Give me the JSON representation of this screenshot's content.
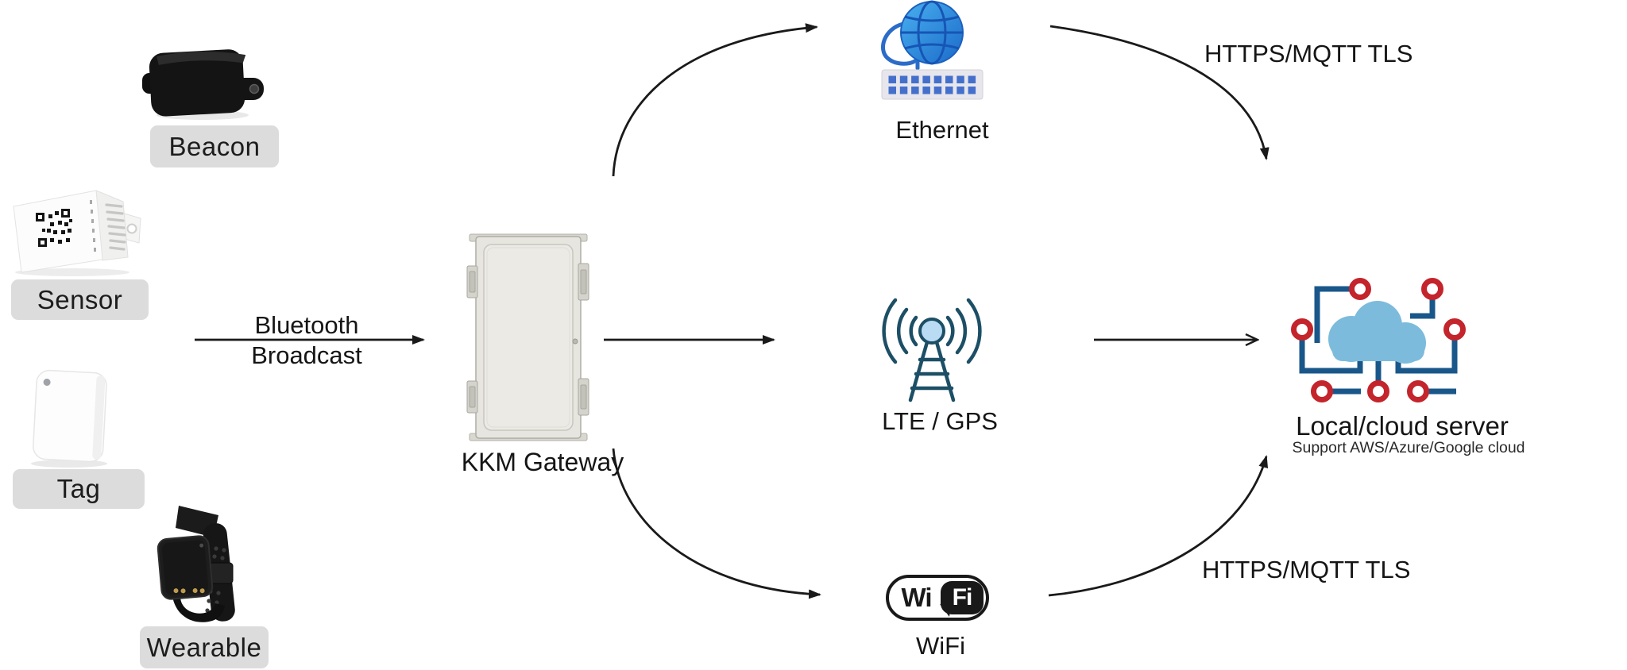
{
  "devices": {
    "beacon": "Beacon",
    "sensor": "Sensor",
    "tag": "Tag",
    "wearable": "Wearable"
  },
  "bluetooth": {
    "line1": "Bluetooth",
    "line2": "Broadcast"
  },
  "gateway": "KKM Gateway",
  "transports": {
    "ethernet": "Ethernet",
    "lte": "LTE / GPS",
    "wifi": "WiFi"
  },
  "wifi_logo": {
    "left": "Wi",
    "right": "Fi"
  },
  "server": {
    "title": "Local/cloud server",
    "subtitle": "Support AWS/Azure/Google cloud"
  },
  "protocol": {
    "top": "HTTPS/MQTT TLS",
    "bottom": "HTTPS/MQTT TLS"
  },
  "colors": {
    "label_bg": "#dcdcdc",
    "arrow": "#1a1a1a",
    "cloud_blue": "#7cbbdc",
    "connector_blue": "#19578a",
    "node_red": "#c4242b",
    "globe_blue": "#2e93e2",
    "tower_teal": "#1c4f66",
    "enclosure_gray": "#e6e5df"
  }
}
